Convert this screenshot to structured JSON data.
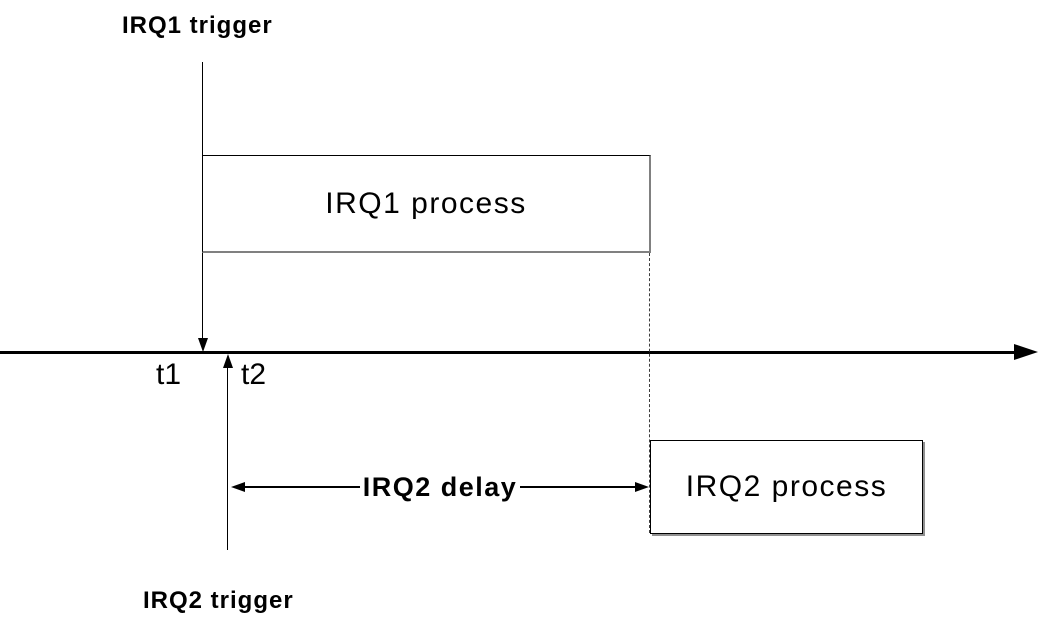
{
  "diagram": {
    "title_context": "IRQ interrupt timing diagram",
    "labels": {
      "irq1_trigger": "IRQ1 trigger",
      "irq2_trigger": "IRQ2 trigger",
      "irq1_process": "IRQ1 process",
      "irq2_process": "IRQ2 process",
      "irq2_delay": "IRQ2 delay",
      "t1": "t1",
      "t2": "t2"
    },
    "colors": {
      "line": "#000000",
      "shadow_gray": "#808080",
      "dashed_line": "#3e3e3e",
      "background": "#ffffff"
    }
  }
}
